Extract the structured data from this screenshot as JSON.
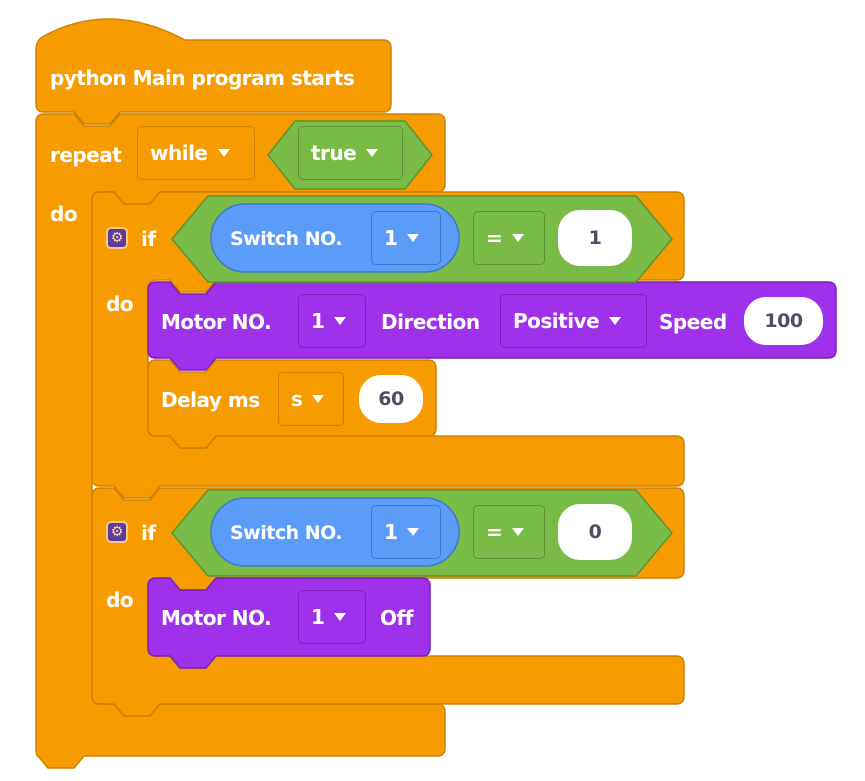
{
  "colors": {
    "control": "#f79c00",
    "logic": "#78bb46",
    "sensor": "#5a9cf7",
    "motor": "#a031ea",
    "text": "#ffffff",
    "number_text": "#4a4f63"
  },
  "hat_block": {
    "label": "python Main program starts"
  },
  "repeat_block": {
    "label": "repeat",
    "mode": "while",
    "condition": "true",
    "do_label": "do"
  },
  "if_blocks": [
    {
      "keyword": "if",
      "do_label": "do",
      "gear_icon": "gear-icon",
      "condition": {
        "sensor_label": "Switch NO.",
        "sensor_number": "1",
        "operator": "=",
        "value": "1"
      },
      "body": [
        {
          "type": "motor_run",
          "motor_label": "Motor NO.",
          "motor_number": "1",
          "direction_label": "Direction",
          "direction": "Positive",
          "speed_label": "Speed",
          "speed": "100"
        },
        {
          "type": "delay",
          "label": "Delay ms",
          "unit": "s",
          "value": "60"
        }
      ]
    },
    {
      "keyword": "if",
      "do_label": "do",
      "gear_icon": "gear-icon",
      "condition": {
        "sensor_label": "Switch NO.",
        "sensor_number": "1",
        "operator": "=",
        "value": "0"
      },
      "body": [
        {
          "type": "motor_off",
          "motor_label": "Motor NO.",
          "motor_number": "1",
          "state": "Off"
        }
      ]
    }
  ]
}
